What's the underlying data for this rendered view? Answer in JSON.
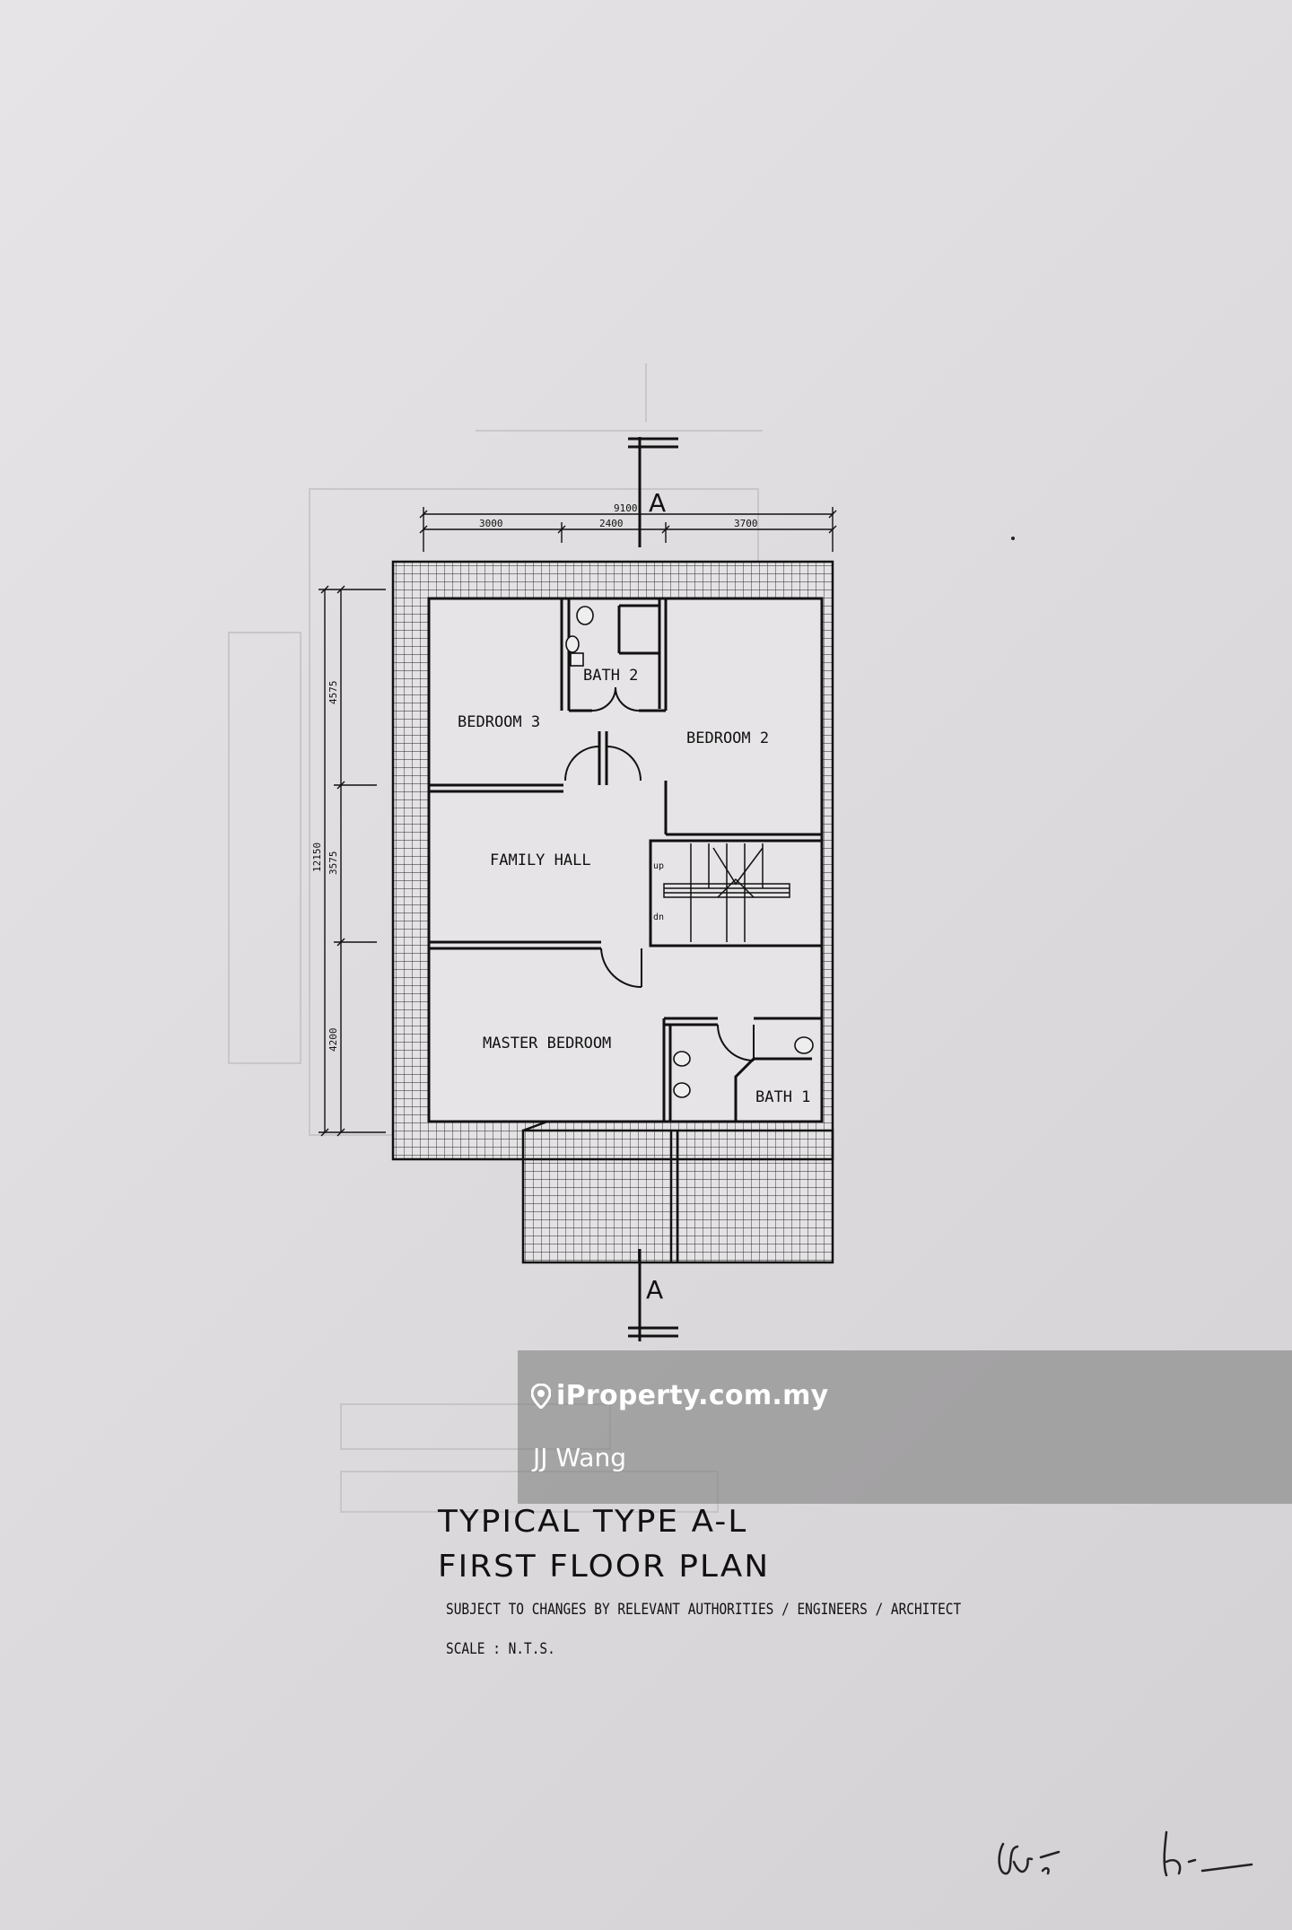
{
  "plan": {
    "section_marker": "A",
    "dimensions": {
      "overall_width": "9100",
      "widths": [
        "3000",
        "2400",
        "3700"
      ],
      "overall_depth": "12150",
      "depths": [
        "4575",
        "3575",
        "4200"
      ]
    },
    "rooms": {
      "bedroom3": "BEDROOM 3",
      "bedroom2": "BEDROOM 2",
      "bath2": "BATH 2",
      "family_hall": "FAMILY HALL",
      "master_bedroom": "MASTER BEDROOM",
      "bath1": "BATH 1"
    },
    "stairs": {
      "up": "up",
      "down": "dn"
    }
  },
  "watermark": {
    "site": "iProperty.com.my",
    "agent": "JJ Wang"
  },
  "caption": {
    "title_line1": "TYPICAL TYPE A-L",
    "title_line2": "FIRST FLOOR PLAN",
    "note": "SUBJECT TO CHANGES BY RELEVANT AUTHORITIES / ENGINEERS / ARCHITECT",
    "scale": "SCALE : N.T.S."
  }
}
